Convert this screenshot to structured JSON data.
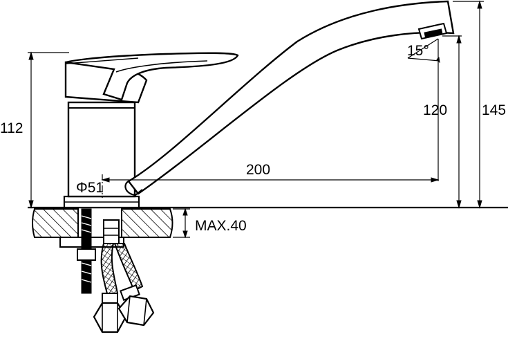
{
  "dimensions": {
    "body_height": "112",
    "total_height": "145",
    "spout_height": "120",
    "spout_reach": "200",
    "base_diameter": "Φ51",
    "max_deck_thickness": "MAX.40",
    "spout_angle": "15°"
  },
  "colors": {
    "line": "#000000",
    "background": "#ffffff"
  }
}
